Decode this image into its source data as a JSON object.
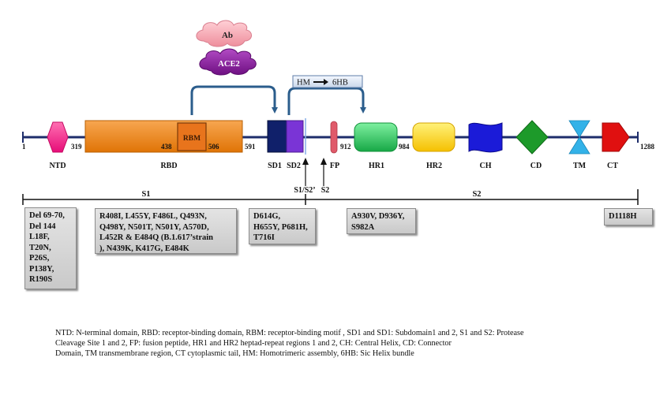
{
  "colors": {
    "backbone": "#1e2d6b",
    "ntd": "#ff2d8c",
    "rbd": "#f2850f",
    "rbm": "#e56a1f",
    "sd1": "#10206a",
    "sd2": "#7a34d6",
    "fp": "#e05a6a",
    "hr1": "#22c455",
    "hr2": "#ffd11a",
    "ch": "#1b1bd8",
    "cd": "#1d9a2a",
    "tm": "#33b2e8",
    "ct": "#e01010",
    "arrow": "#2b5d8c",
    "ab": "#f4a5b0",
    "ace2": "#8b1e9e"
  },
  "icons": [
    "cloud-ab",
    "cloud-ace2",
    "hexagon-ntd",
    "diamond-cd",
    "hourglass-tm",
    "pentagon-ct",
    "wave-ch"
  ],
  "clouds": {
    "ab": "Ab",
    "ace2": "ACE2"
  },
  "assembly_label": "HM",
  "assembly_label2": "6HB",
  "positions": {
    "p1": "1",
    "p319": "319",
    "p438": "438",
    "p506": "506",
    "p591": "591",
    "p912": "912",
    "p984": "984",
    "p1288": "1288"
  },
  "domains": {
    "ntd": "NTD",
    "rbd": "RBD",
    "rbm": "RBM",
    "sd1": "SD1",
    "sd2": "SD2",
    "fp": "FP",
    "hr1": "HR1",
    "hr2": "HR2",
    "ch": "CH",
    "cd": "CD",
    "tm": "TM",
    "ct": "CT"
  },
  "cleavage": {
    "s1s2": "S1/S2’",
    "s2": "S2"
  },
  "subunits": {
    "s1": "S1",
    "s2": "S2"
  },
  "mutations": {
    "ntd": [
      "Del 69-70,",
      "Del 144",
      "L18F,",
      "T20N,",
      "P26S,",
      "P138Y,",
      "R190S"
    ],
    "rbd": [
      "R408I, L455Y, F486L, Q493N,",
      "Q498Y, N501T, N501Y, A570D,",
      "L452R & E484Q (B.1.617’strain",
      "), N439K, K417G, E484K"
    ],
    "sd": [
      "D614G,",
      "H655Y, P681H,",
      "T716I"
    ],
    "hr": [
      "A930V, D936Y,",
      "S982A"
    ],
    "ct": [
      "D1118H"
    ]
  },
  "footnote": [
    "NTD: N-terminal domain, RBD: receptor-binding domain, RBM: receptor-binding motif , SD1 and SD1: Subdomain1 and 2, S1 and S2: Protease",
    "Cleavage Site 1 and 2, FP: fusion peptide, HR1 and HR2 heptad-repeat regions 1 and 2, CH: Central Helix, CD: Connector",
    "Domain,  TM transmembrane region, CT cytoplasmic tail, HM: Homotrimeric assembly,  6HB: Sic Helix bundle"
  ]
}
